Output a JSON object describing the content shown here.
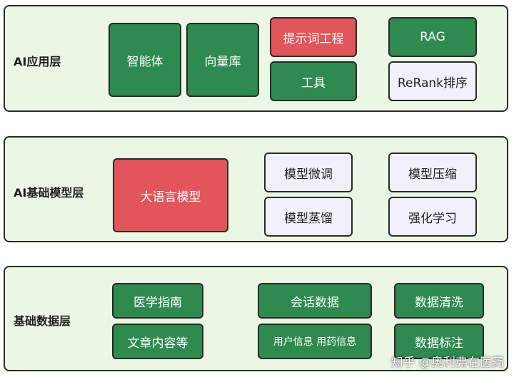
{
  "layers": {
    "app": {
      "label": "AI应用层",
      "items": {
        "agent": "智能体",
        "vector_db": "向量库",
        "prompt_engineering": "提示词工程",
        "tools": "工具",
        "rag": "RAG",
        "rerank": "ReRank排序"
      }
    },
    "model": {
      "label": "AI基础模型层",
      "items": {
        "llm": "大语言模型",
        "fine_tuning": "模型微调",
        "distillation": "模型蒸馏",
        "compression": "模型压缩",
        "reinforcement_learning": "强化学习"
      }
    },
    "data": {
      "label": "基础数据层",
      "items": {
        "medical_guidelines": "医学指南",
        "articles": "文章内容等",
        "conversation_data": "会话数据",
        "user_medication_info": "用户信息 用药信息",
        "data_cleaning": "数据清洗",
        "data_annotation": "数据标注"
      }
    }
  },
  "watermark": "知乎 @奥利弗在医药",
  "colors": {
    "layer_bg": "#ebf6e5",
    "green": "#2e8a4e",
    "red": "#e2555b",
    "light": "#f0f1fb",
    "border": "#2a2a2a"
  }
}
